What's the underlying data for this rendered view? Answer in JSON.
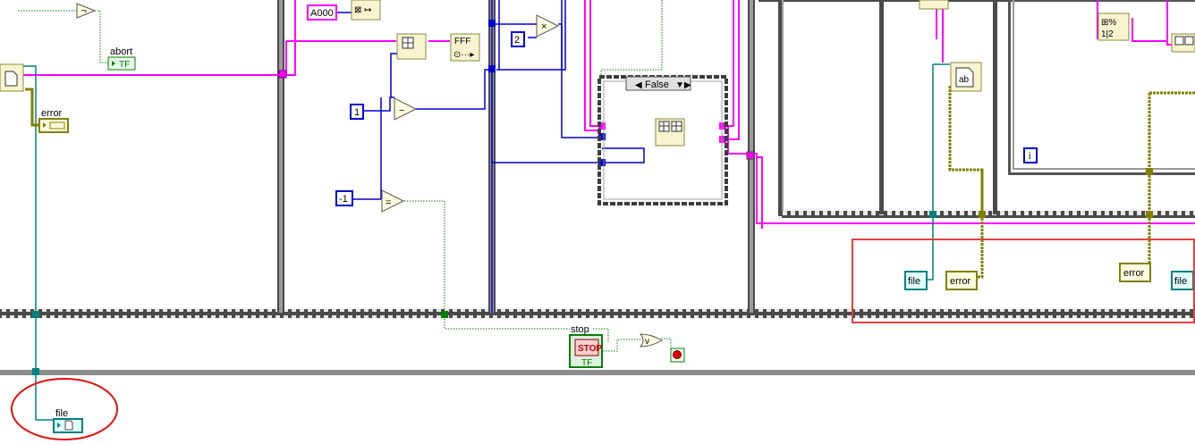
{
  "constants": {
    "string_a000": "A000",
    "num_one": "1",
    "num_two": "2",
    "num_neg_one": "-1"
  },
  "case_structure": {
    "selector_value": "False"
  },
  "labels": {
    "abort": "abort",
    "error_left": "error",
    "stop": "stop",
    "file_bottom": "file",
    "file_mid": "file",
    "error_mid": "error",
    "error_right": "error",
    "file_right": "file",
    "iteration": "i"
  },
  "indicators": {
    "boolean_tf": "TF",
    "stop_button": "STOP"
  },
  "colors": {
    "string_wire": "#ff00ff",
    "numeric_wire": "#0000cc",
    "file_wire": "#008080",
    "error_wire": "#808000",
    "boolean_wire": "#008000",
    "highlight_rect": "#e04040",
    "highlight_circle": "#e01010"
  }
}
